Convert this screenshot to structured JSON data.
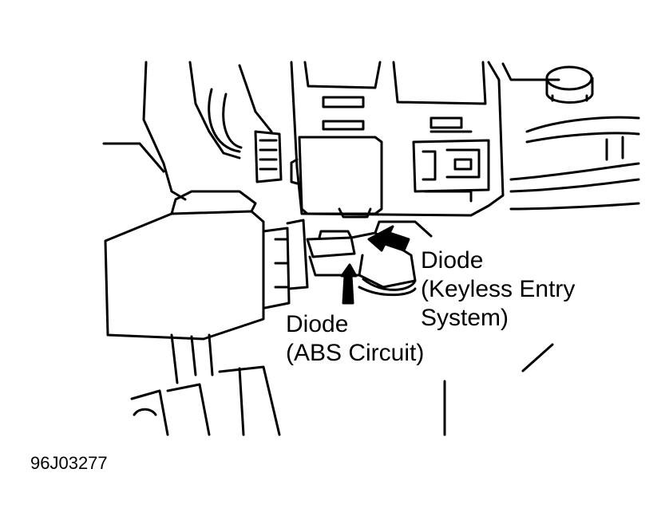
{
  "colors": {
    "line": "#000000",
    "background": "#ffffff"
  },
  "labels": {
    "keyless": {
      "line1": "Diode",
      "line2": "(Keyless Entry",
      "line3": "System)"
    },
    "abs": {
      "line1": "Diode",
      "line2": "(ABS Circuit)"
    }
  },
  "figure_code": "96J03277"
}
